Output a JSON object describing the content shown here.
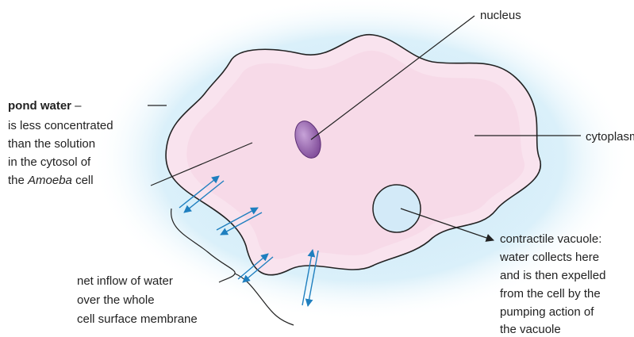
{
  "colors": {
    "halo": "#c9e7f7",
    "cell_fill": "#f9e3ee",
    "cell_inner": "#f6d4e4",
    "membrane": "#222222",
    "nucleus": "#8e5aa6",
    "vacuole": "#d3eaf8",
    "arrow": "#1f7fbf",
    "label_line": "#222222"
  },
  "labels": {
    "nucleus": "nucleus",
    "cytoplasm": "cytoplasm",
    "pond_water_bold": "pond water",
    "pond_water_dash": " – ",
    "pond_water_line2": "is less concentrated",
    "pond_water_line3": "than the solution",
    "pond_water_line4": "in the cytosol of",
    "pond_water_line5_pre": "the ",
    "pond_water_line5_ital": "Amoeba",
    "pond_water_line5_post": " cell",
    "inflow_line1": "net inflow of water",
    "inflow_line2": "over the whole",
    "inflow_line3": "cell surface membrane",
    "vacuole_line1": "contractile vacuole:",
    "vacuole_line2": "water collects here",
    "vacuole_line3": "and is then expelled",
    "vacuole_line4": "from the cell by the",
    "vacuole_line5": "pumping action of",
    "vacuole_line6": "the vacuole"
  }
}
